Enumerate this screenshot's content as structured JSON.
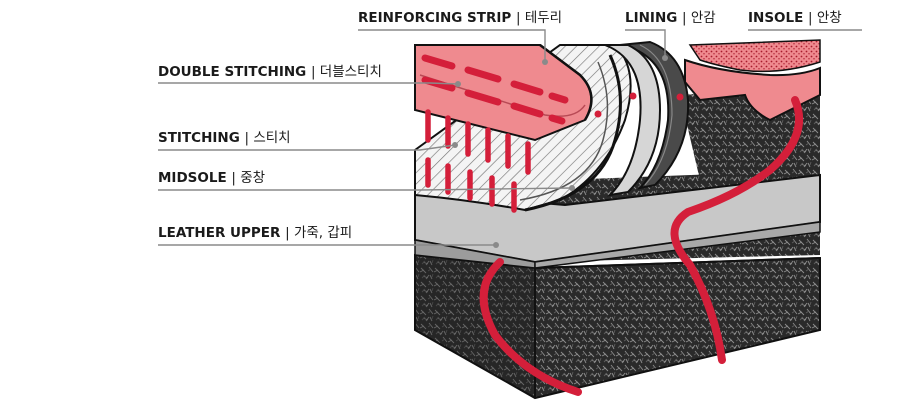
{
  "labels": {
    "reinforcing_strip": "REINFORCING STRIP | 테두리",
    "lining": "LINING | 안감",
    "insole": "INSOLE | 안창",
    "double_stitching": "DOUBLE STITCHING | 더블스티치",
    "stitching": "STITCHING | 스티치",
    "midsole": "MIDSOLE | 중창",
    "leather_upper": "LEATHER UPPER | 가죽, 갑피"
  },
  "colors": {
    "stitch_red": "#d41f3a",
    "strip_pink": "#ef8a8f",
    "midsole_gray": "#c8c8c8",
    "sole_dark": "#2b2b2b",
    "leader_line": "#8a8a8a",
    "text": "#1a1a1a"
  }
}
